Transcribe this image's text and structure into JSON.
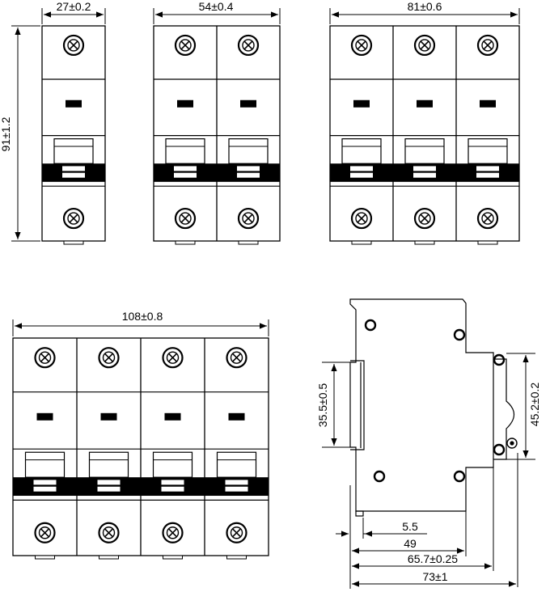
{
  "dimensions": {
    "width_1p": "27±0.2",
    "width_2p": "54±0.4",
    "width_3p": "81±0.6",
    "width_4p": "108±0.8",
    "height": "91±1.2",
    "rail_height": "35.5±0.5",
    "front_height": "45.2±0.2",
    "depth_rail_offset": "5.5",
    "depth_front": "49",
    "depth_body": "65.7±0.25",
    "depth_total": "73±1"
  },
  "breakers": [
    {
      "poles": 1,
      "label_key": "width_1p"
    },
    {
      "poles": 2,
      "label_key": "width_2p"
    },
    {
      "poles": 3,
      "label_key": "width_3p"
    },
    {
      "poles": 4,
      "label_key": "width_4p"
    }
  ],
  "colors": {
    "ink": "#000000",
    "paper": "#ffffff"
  }
}
